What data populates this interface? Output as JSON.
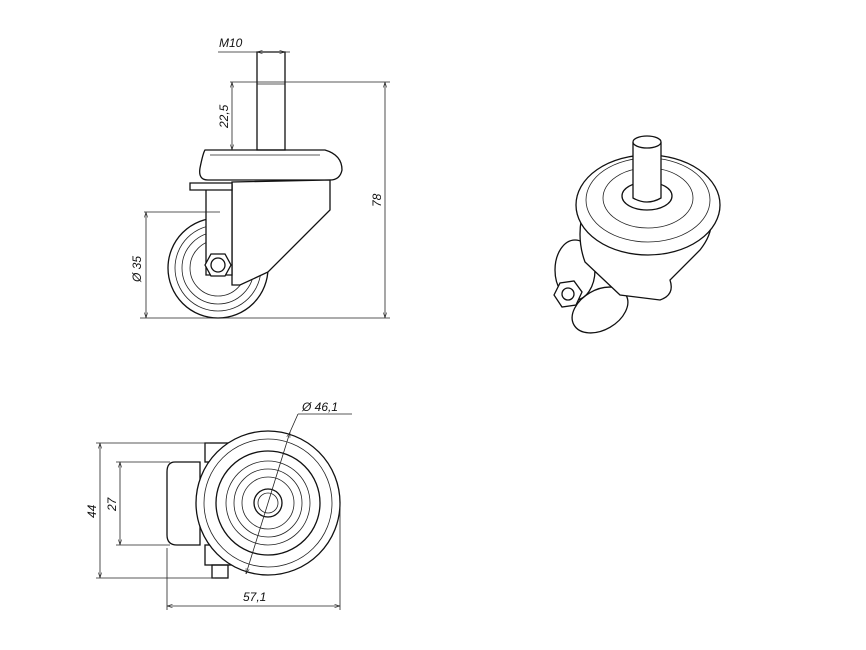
{
  "dimensions": {
    "thread": "M10",
    "stem_height": "22,5",
    "total_height": "78",
    "wheel_diameter_side": "Ø 35",
    "wheel_diameter_top": "Ø 46,1",
    "width_outer": "44",
    "width_inner": "27",
    "length": "57,1"
  }
}
